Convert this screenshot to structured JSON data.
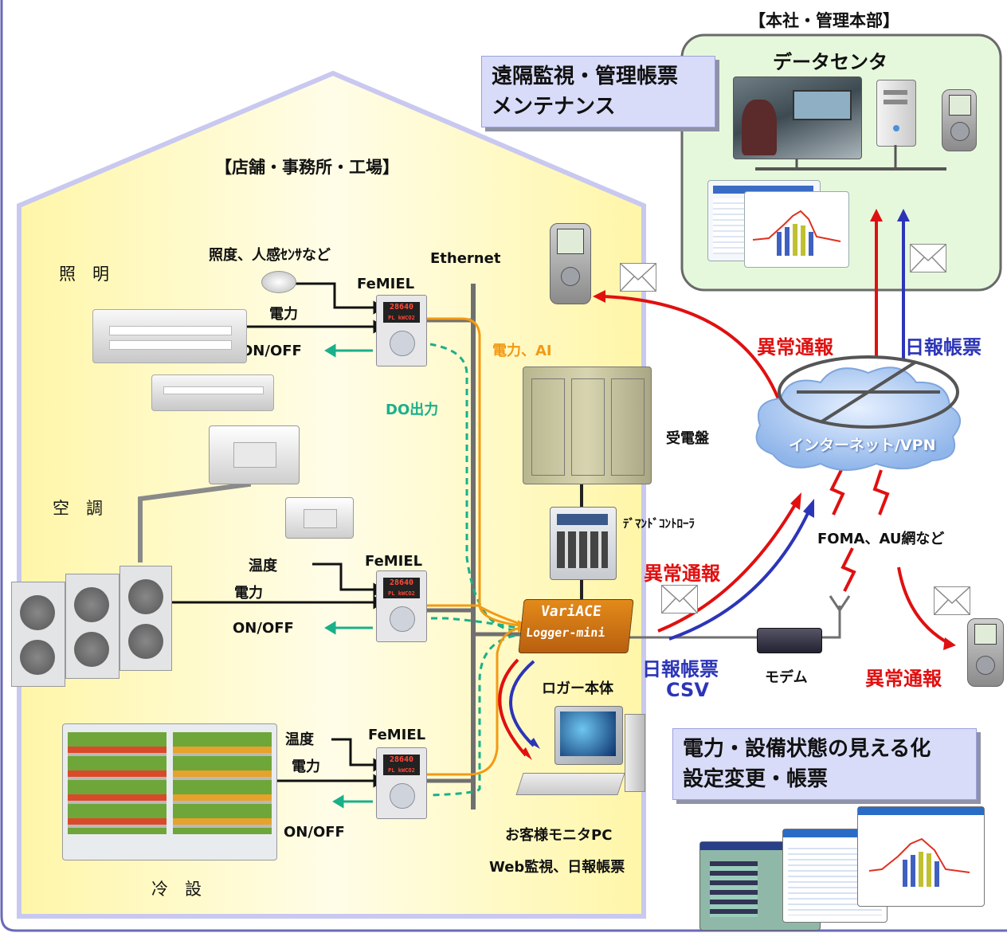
{
  "colors": {
    "red": "#e01010",
    "blue": "#2c35b8",
    "orange": "#f29a14",
    "teal": "#19b08a",
    "house": "#fffbc4",
    "hq": "#e6f8dc",
    "cloud": "#aeccf2"
  },
  "hq": {
    "title": "【本社・管理本部】",
    "datacenter": "データセンタ"
  },
  "remote_box": {
    "line1": "遠隔監視・管理帳票",
    "line2": "メンテナンス"
  },
  "site": {
    "title": "【店舗・事務所・工場】"
  },
  "lighting": {
    "label": "照　明",
    "sensor": "照度、人感ｾﾝｻなど",
    "power": "電力",
    "onoff": "ON/OFF"
  },
  "ac": {
    "label": "空　調",
    "temp": "温度",
    "power": "電力",
    "onoff": "ON/OFF"
  },
  "refrig": {
    "label": "冷　設",
    "temp": "温度",
    "power": "電力",
    "onoff": "ON/OFF"
  },
  "femiel": {
    "name": "FeMIEL",
    "display": "28640",
    "display2": "PL kWCO2"
  },
  "network": {
    "ethernet": "Ethernet",
    "power_ai": "電力、AI",
    "do_out": "DO出力"
  },
  "equipment": {
    "switchboard": "受電盤",
    "demand": "ﾃﾞﾏﾝﾄﾞｺﾝﾄﾛｰﾗ"
  },
  "logger": {
    "line1": "VariACE",
    "line2": "Logger-mini",
    "caption": "ロガー本体"
  },
  "modem": "モデム",
  "cloud": {
    "label": "インターネット/VPN",
    "mobile": "FOMA、AU網など"
  },
  "alerts": {
    "abnormal": "異常通報",
    "daily": "日報帳票",
    "csv": "CSV"
  },
  "customer_pc": {
    "line1": "お客様モニタPC",
    "line2": "Web監視、日報帳票"
  },
  "visual_box": {
    "line1": "電力・設備状態の見える化",
    "line2": "設定変更・帳票"
  }
}
